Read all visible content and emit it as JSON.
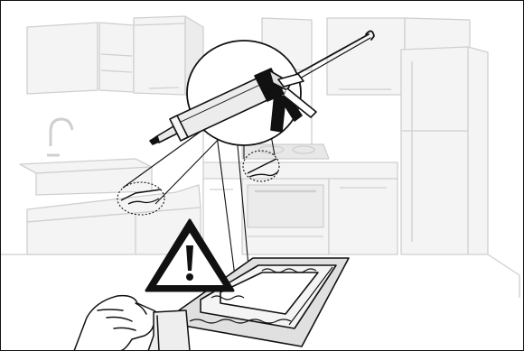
{
  "illustration": {
    "subject": "kitchen",
    "tool": "sealant-cartridge-gun",
    "warning_symbol": "exclamation-mark",
    "colors": {
      "background": "#ffffff",
      "kitchen_line": "#cfcfcf",
      "kitchen_fill": "#f3f3f3",
      "foreground_line": "#111111",
      "gun_body": "#e9e9e9",
      "worktop_edge": "#bdbdbd"
    }
  }
}
